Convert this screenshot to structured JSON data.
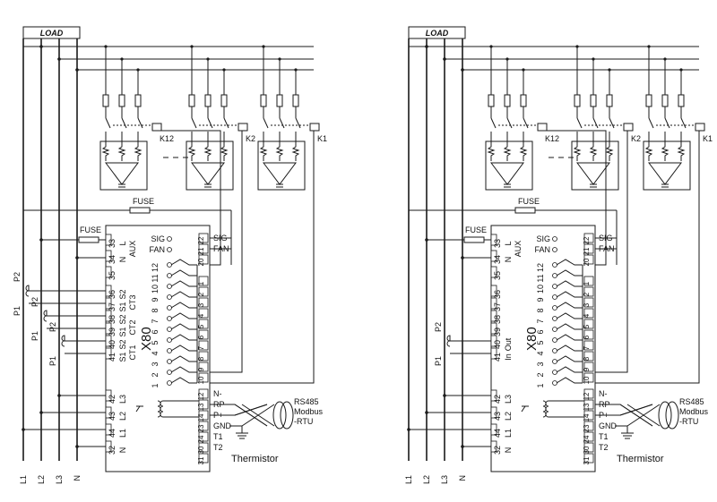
{
  "diagrams": [
    {
      "load_label": "LOAD",
      "model": "X80",
      "fuse_label": "FUSE",
      "contactors": [
        "K12",
        "K2",
        "K1"
      ],
      "bus_labels": [
        "L1",
        "L2",
        "L3",
        "N"
      ],
      "aux_label": "AUX",
      "aux_terms": [
        {
          "num": "33",
          "name": "L"
        },
        {
          "num": "34",
          "name": "N"
        },
        {
          "num": "35",
          "name": ""
        }
      ],
      "ct_rows": [
        {
          "num": "36",
          "name": "S2"
        },
        {
          "num": "37",
          "name": "S1"
        },
        {
          "num": "38",
          "name": "S2"
        },
        {
          "num": "39",
          "name": "S1"
        },
        {
          "num": "40",
          "name": "S2"
        },
        {
          "num": "41",
          "name": "S1"
        }
      ],
      "ct_labels": [
        "CT3",
        "CT2",
        "CT1"
      ],
      "p_labels": [
        [
          "P2",
          "P1"
        ],
        [
          "P2",
          "P1"
        ],
        [
          "P2",
          "P1"
        ]
      ],
      "volt_terms": [
        {
          "num": "42",
          "name": "L3"
        },
        {
          "num": "43",
          "name": "L2"
        },
        {
          "num": "44",
          "name": "L1"
        },
        {
          "num": "32",
          "name": "N"
        }
      ],
      "right_top": [
        {
          "num": "22",
          "name": "SIG"
        },
        {
          "num": "21",
          "name": "FAN"
        },
        {
          "num": "20",
          "name": ""
        }
      ],
      "sig_left": [
        "SIG",
        "FAN"
      ],
      "left_outputs": [
        "12",
        "11",
        "10",
        "9",
        "8",
        "7",
        "6",
        "5",
        "4",
        "3",
        "2",
        "1"
      ],
      "right_outputs": [
        "1",
        "2",
        "3",
        "4",
        "5",
        "6",
        "7",
        "8",
        "9",
        "10"
      ],
      "bottom_terms": [
        {
          "num": "12",
          "name": "N-"
        },
        {
          "num": "13",
          "name": "RP"
        },
        {
          "num": "14",
          "name": "P+"
        },
        {
          "num": "23",
          "name": "GND"
        },
        {
          "num": "24",
          "name": "T1"
        },
        {
          "num": "30",
          "name": "T2"
        },
        {
          "num": "31",
          "name": ""
        }
      ],
      "comm_label": [
        "RS485",
        "Modbus",
        "-RTU"
      ],
      "thermistor_label": "Thermistor"
    },
    {
      "load_label": "LOAD",
      "model": "X80",
      "fuse_label": "FUSE",
      "contactors": [
        "K12",
        "K2",
        "K1"
      ],
      "bus_labels": [
        "L1",
        "L2",
        "L3",
        "N"
      ],
      "aux_label": "AUX",
      "aux_terms": [
        {
          "num": "33",
          "name": "L"
        },
        {
          "num": "34",
          "name": "N"
        },
        {
          "num": "35",
          "name": ""
        }
      ],
      "ct_rows": [
        {
          "num": "36",
          "name": ""
        },
        {
          "num": "37",
          "name": ""
        },
        {
          "num": "38",
          "name": ""
        },
        {
          "num": "39",
          "name": ""
        },
        {
          "num": "40",
          "name": "Out"
        },
        {
          "num": "41",
          "name": "In"
        }
      ],
      "ct_labels": [],
      "p_labels": [
        [
          "P2",
          "P1"
        ]
      ],
      "volt_terms": [
        {
          "num": "42",
          "name": "L3"
        },
        {
          "num": "43",
          "name": "L2"
        },
        {
          "num": "44",
          "name": "L1"
        },
        {
          "num": "32",
          "name": "N"
        }
      ],
      "right_top": [
        {
          "num": "22",
          "name": "SIG"
        },
        {
          "num": "21",
          "name": "FAN"
        },
        {
          "num": "20",
          "name": ""
        }
      ],
      "sig_left": [
        "SIG",
        "FAN"
      ],
      "left_outputs": [
        "12",
        "11",
        "10",
        "9",
        "8",
        "7",
        "6",
        "5",
        "4",
        "3",
        "2",
        "1"
      ],
      "right_outputs": [
        "1",
        "2",
        "3",
        "4",
        "5",
        "6",
        "7",
        "8",
        "9",
        "10"
      ],
      "bottom_terms": [
        {
          "num": "12",
          "name": "N-"
        },
        {
          "num": "13",
          "name": "RP"
        },
        {
          "num": "14",
          "name": "P+"
        },
        {
          "num": "23",
          "name": "GND"
        },
        {
          "num": "24",
          "name": "T1"
        },
        {
          "num": "30",
          "name": "T2"
        },
        {
          "num": "31",
          "name": ""
        }
      ],
      "comm_label": [
        "RS485",
        "Modbus",
        "-RTU"
      ],
      "thermistor_label": "Thermistor"
    }
  ]
}
